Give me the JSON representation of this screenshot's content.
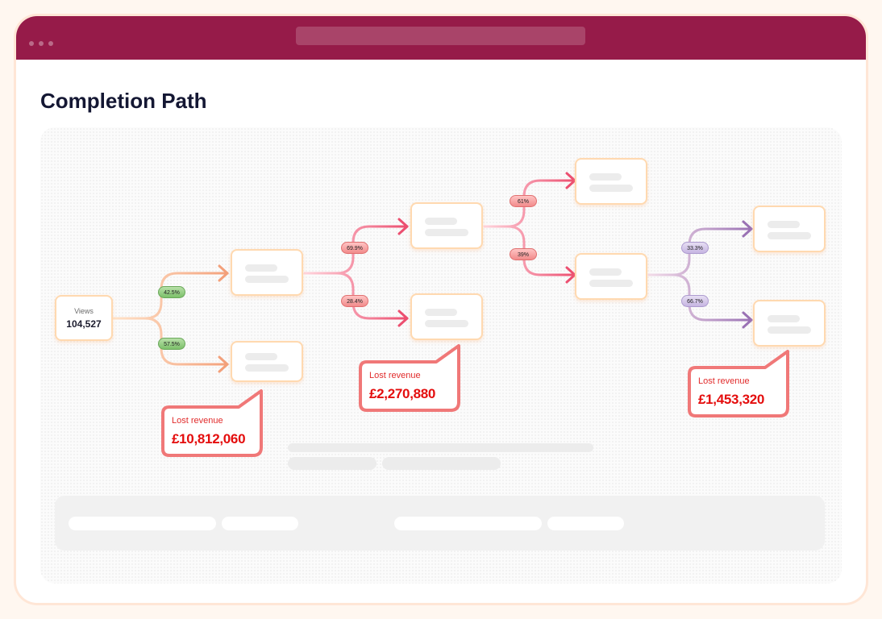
{
  "page": {
    "title": "Completion Path"
  },
  "start_node": {
    "label": "Views",
    "value": "104,527"
  },
  "splits": [
    {
      "id": "a1",
      "value": "42.5%",
      "tone": "green"
    },
    {
      "id": "a2",
      "value": "57.5%",
      "tone": "green"
    },
    {
      "id": "b1",
      "value": "69.9%",
      "tone": "red"
    },
    {
      "id": "b2",
      "value": "28.4%",
      "tone": "red"
    },
    {
      "id": "c1",
      "value": "61%",
      "tone": "red"
    },
    {
      "id": "c2",
      "value": "39%",
      "tone": "red"
    },
    {
      "id": "d1",
      "value": "33.3%",
      "tone": "purple"
    },
    {
      "id": "d2",
      "value": "66.7%",
      "tone": "purple"
    }
  ],
  "lost_revenue": [
    {
      "label": "Lost revenue",
      "value": "£10,812,060"
    },
    {
      "label": "Lost revenue",
      "value": "£2,270,880"
    },
    {
      "label": "Lost revenue",
      "value": "£1,453,320"
    }
  ],
  "colors": {
    "titlebar": "#961b49",
    "green_path": "#f3a97c",
    "red_path": "#ef5a78",
    "purple_path": "#9a72b4",
    "callout_border": "#f07878",
    "node_border": "#ffd9b0"
  }
}
